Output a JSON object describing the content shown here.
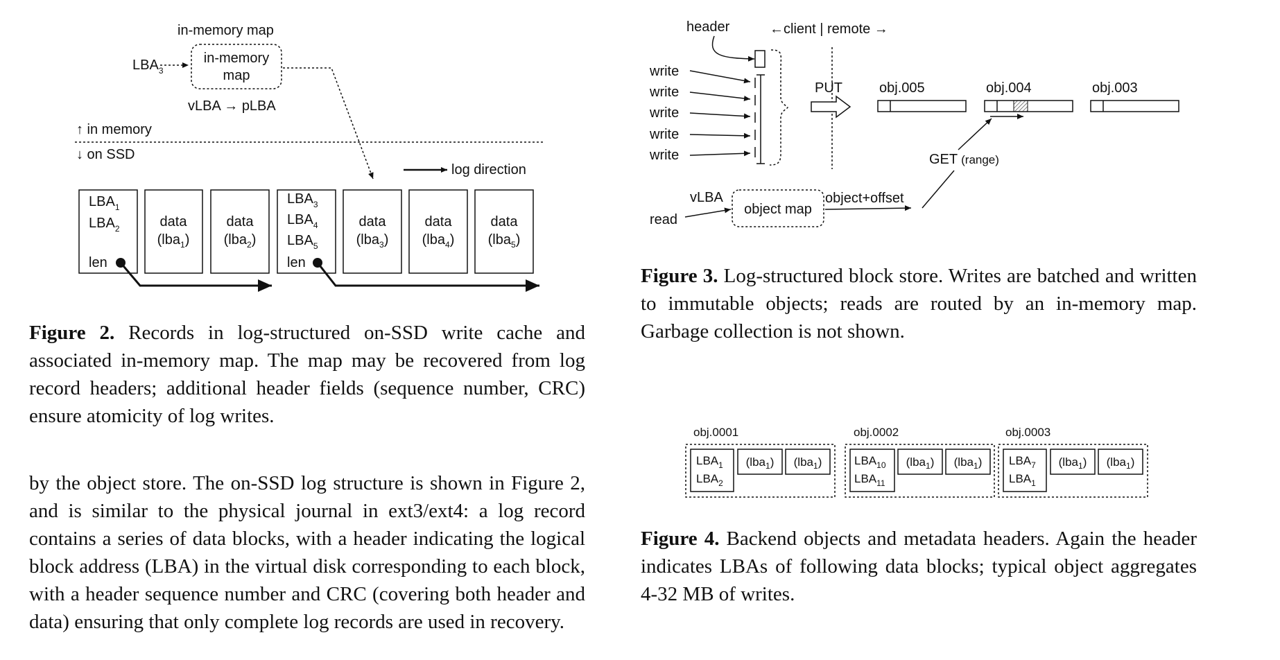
{
  "figure2": {
    "top_label": "in-memory map",
    "lba3": "LBA",
    "lba3_sub": "3",
    "map_line1": "in-memory",
    "map_line2": "map",
    "map_formula": "vLBA → pLBA",
    "in_memory": "↑ in memory",
    "on_ssd": "↓ on SSD",
    "log_direction": "log direction",
    "record1": {
      "l1": "LBA",
      "l1s": "1",
      "l2": "LBA",
      "l2s": "2",
      "len": "len"
    },
    "record2": {
      "l1": "LBA",
      "l1s": "3",
      "l2": "LBA",
      "l2s": "4",
      "l3": "LBA",
      "l3s": "5",
      "len": "len"
    },
    "data_blocks": [
      {
        "word": "data",
        "arg": "(lba",
        "sub": "1",
        "close": ")"
      },
      {
        "word": "data",
        "arg": "(lba",
        "sub": "2",
        "close": ")"
      },
      {
        "word": "data",
        "arg": "(lba",
        "sub": "3",
        "close": ")"
      },
      {
        "word": "data",
        "arg": "(lba",
        "sub": "4",
        "close": ")"
      },
      {
        "word": "data",
        "arg": "(lba",
        "sub": "5",
        "close": ")"
      }
    ],
    "caption_label": "Figure 2.",
    "caption_text": " Records in log-structured on-SSD write cache and associated in-memory map. The map may be recovered from log record headers; additional header fields (sequence number, CRC) ensure atomicity of log writes."
  },
  "figure3": {
    "header": "header",
    "client_remote": "←client  |  remote →",
    "write_label": "write",
    "put": "PUT",
    "objects": [
      "obj.005",
      "obj.004",
      "obj.003"
    ],
    "get": "GET",
    "get_range": "(range)",
    "vlba": "vLBA",
    "read": "read",
    "object_map": "object map",
    "object_offset": "object+offset",
    "caption_label": "Figure 3.",
    "caption_text": " Log-structured block store. Writes are batched and written to immutable objects; reads are routed by an in-memory map. Garbage collection is not shown."
  },
  "figure4": {
    "objects": [
      {
        "name": "obj.0001",
        "h1": "LBA",
        "h1s": "1",
        "h2": "LBA",
        "h2s": "2"
      },
      {
        "name": "obj.0002",
        "h1": "LBA",
        "h1s": "10",
        "h2": "LBA",
        "h2s": "11"
      },
      {
        "name": "obj.0003",
        "h1": "LBA",
        "h1s": "7",
        "h2": "LBA",
        "h2s": "1"
      }
    ],
    "data_arg": "(lba",
    "data_sub": "1",
    "data_close": ")",
    "caption_label": "Figure 4.",
    "caption_text": " Backend objects and metadata headers. Again the header indicates LBAs of following data blocks; typical object aggregates 4-32 MB of writes."
  },
  "body_paragraph": "by the object store. The on-SSD log structure is shown in Figure 2, and is similar to the physical journal in ext3/ext4: a log record contains a series of data blocks, with a header indicating the logical block address (LBA) in the virtual disk corresponding to each block, with a header sequence number and CRC (covering both header and data) ensuring that only complete log records are used in recovery."
}
